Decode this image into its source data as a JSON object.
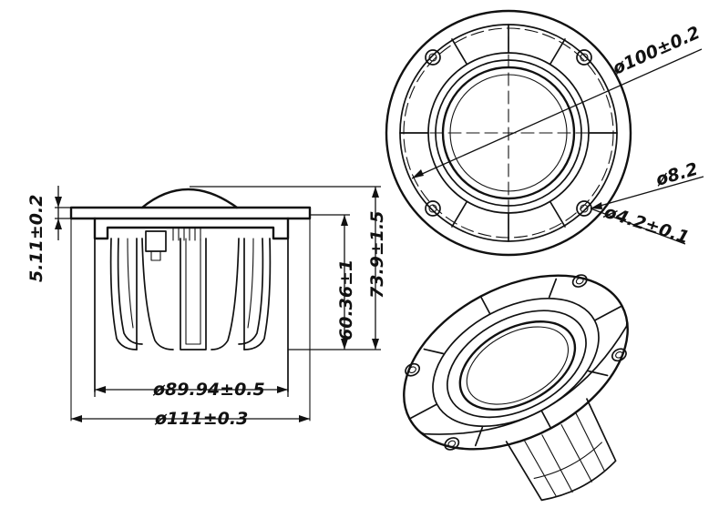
{
  "dimensions": {
    "flange_thickness": "5.11±0.2",
    "mount_depth": "60.36±1",
    "overall_depth": "73.9±1.5",
    "cutout_diameter": "ø89.94±0.5",
    "outer_diameter": "ø111±0.3",
    "bolt_circle": "ø100±0.2",
    "hole_head": "ø8.2",
    "hole_diameter": "ø4.2±0.1"
  },
  "colors": {
    "line": "#111111",
    "background": "#ffffff"
  }
}
